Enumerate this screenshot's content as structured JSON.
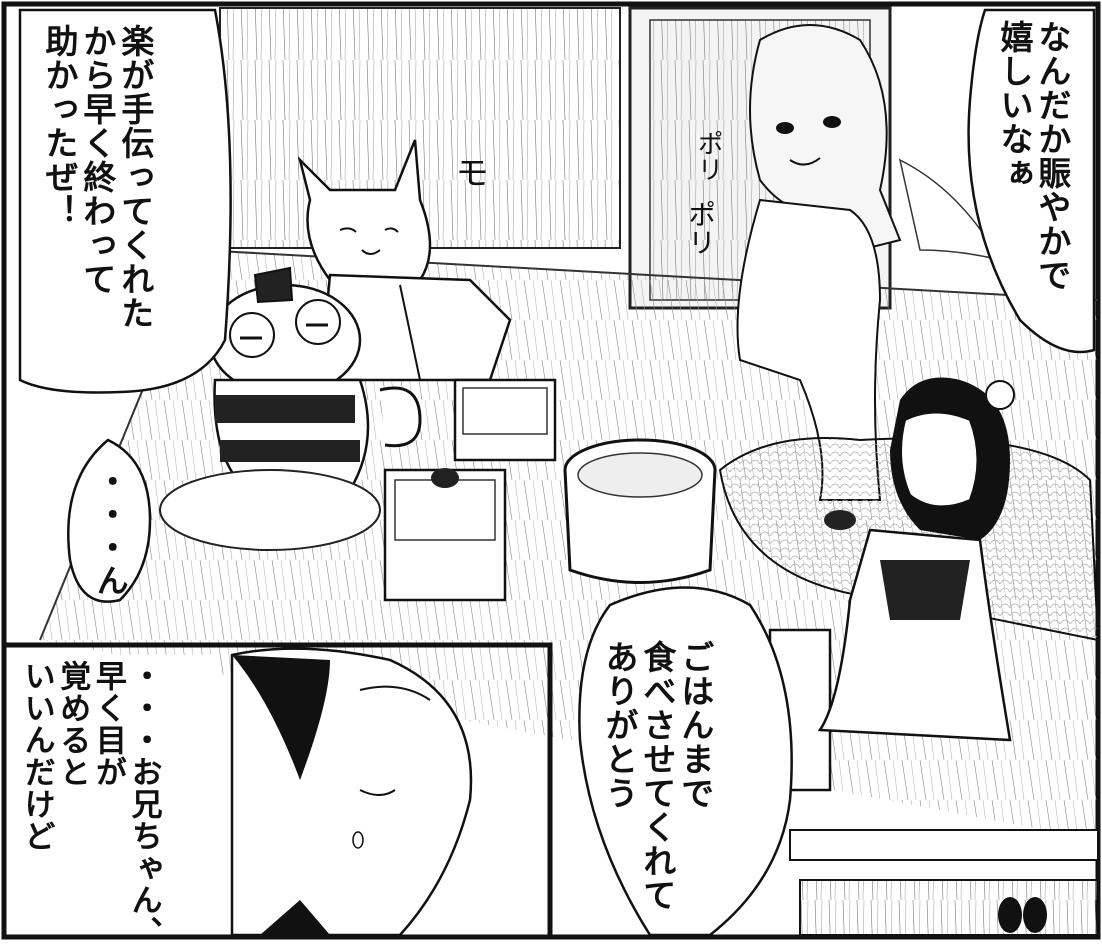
{
  "speech": {
    "tanuki": "楽が手伝ってくれた\nから早く終わって\n助かったぜ！",
    "frog": "・・・ん",
    "woman": "なんだか賑やかで\n嬉しいなぁ",
    "girl": "ごはんまで\n食べさせてくれて\nありがとう",
    "narration": "・・・お兄ちゃん、\n早く目が\n覚めると\nいいんだけど"
  },
  "sfx": {
    "bori1": "ポリ",
    "bori2": "ポリ",
    "mochi": "モ"
  }
}
